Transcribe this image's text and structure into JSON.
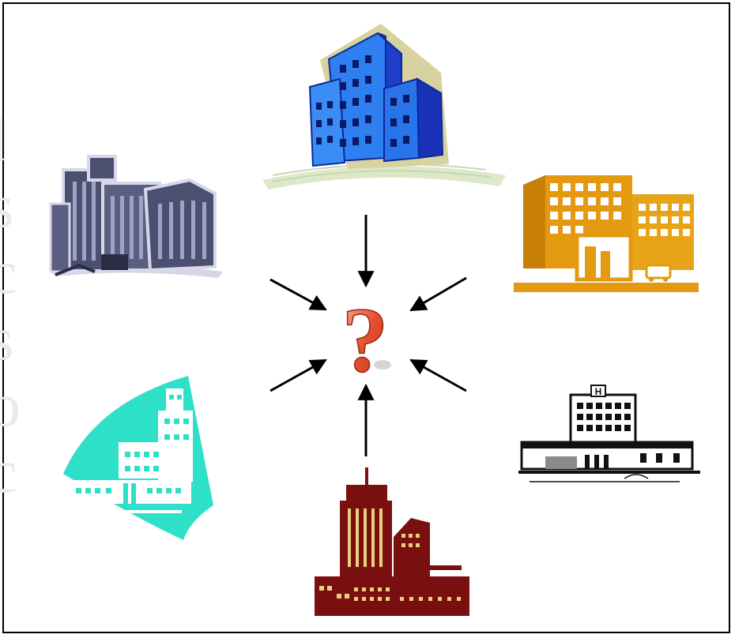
{
  "diagram": {
    "ghost_letters": [
      "l",
      "s",
      "c",
      "s",
      "o",
      "c"
    ],
    "center_symbol": "?",
    "colors": {
      "question_mark": "#d84a2c",
      "office_tower_blue": "#2f7ff0",
      "office_gray": "#4c5070",
      "hospital_orange": "#e39a10",
      "building_teal": "#2fe0c8",
      "hospital_bw": "#111111",
      "tower_maroon": "#7a0f0f",
      "arrow": "#000000"
    },
    "icons": [
      "blue-office-tower-icon",
      "gray-office-complex-icon",
      "orange-hospital-icon",
      "teal-building-icon",
      "black-white-hospital-icon",
      "maroon-tower-icon",
      "question-mark-icon"
    ]
  }
}
